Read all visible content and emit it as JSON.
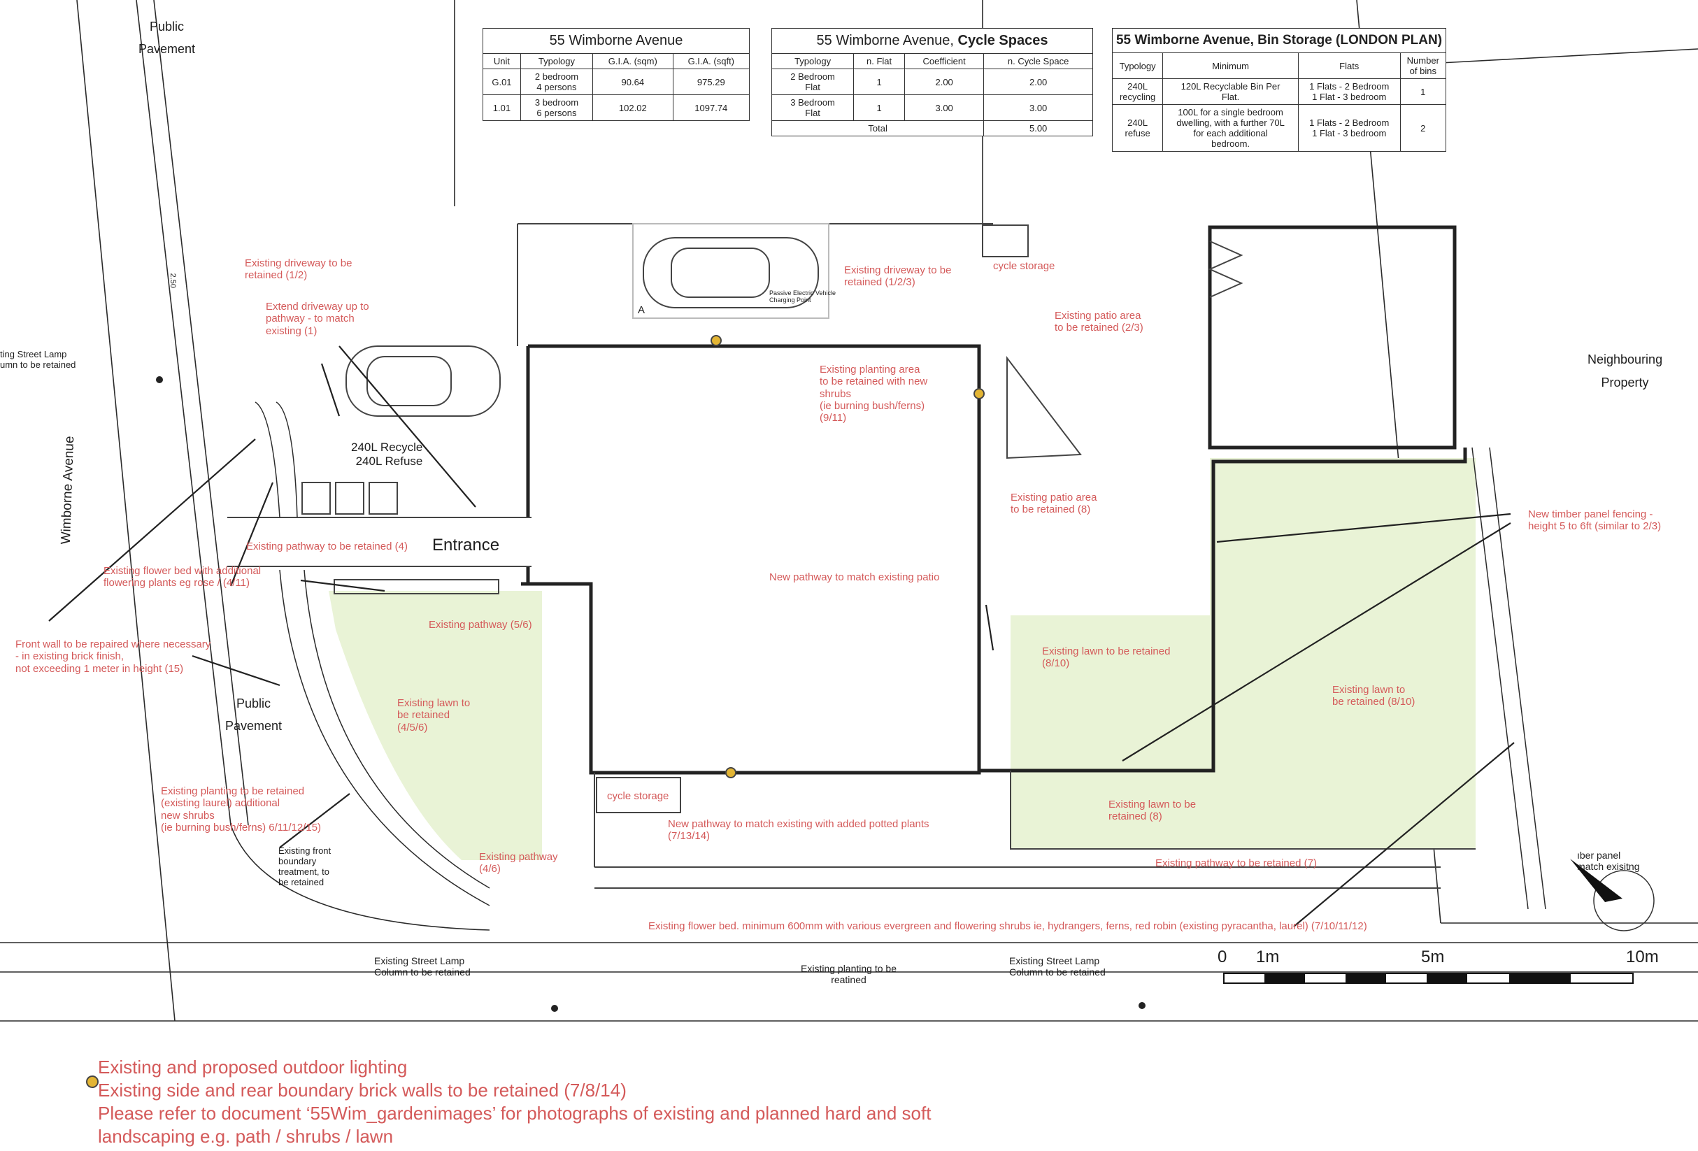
{
  "table_units": {
    "title": "55 Wimborne Avenue",
    "headers": [
      "Unit",
      "Typology",
      "G.I.A. (sqm)",
      "G.I.A. (sqft)"
    ],
    "rows": [
      [
        "G.01",
        "2 bedroom\n4 persons",
        "90.64",
        "975.29"
      ],
      [
        "1.01",
        "3 bedroom\n6 persons",
        "102.02",
        "1097.74"
      ]
    ]
  },
  "table_cycle": {
    "title_prefix": "55 Wimborne Avenue, ",
    "title_bold": "Cycle Spaces",
    "headers": [
      "Typology",
      "n. Flat",
      "Coefficient",
      "n. Cycle Space"
    ],
    "rows": [
      [
        "2 Bedroom\nFlat",
        "1",
        "2.00",
        "2.00"
      ],
      [
        "3 Bedroom\nFlat",
        "1",
        "3.00",
        "3.00"
      ]
    ],
    "total_label": "Total",
    "total_value": "5.00"
  },
  "table_bins": {
    "title": "55 Wimborne Avenue, Bin Storage (LONDON PLAN)",
    "headers": [
      "Typology",
      "Minimum",
      "Flats",
      "Number\nof bins"
    ],
    "rows": [
      [
        "240L\nrecycling",
        "120L Recyclable Bin Per\nFlat.",
        "1 Flats - 2 Bedroom\n1 Flat - 3 bedroom",
        "1"
      ],
      [
        "240L\nrefuse",
        "100L for a single bedroom\ndwelling, with a further 70L\nfor each additional\nbedroom.",
        "1 Flats - 2 Bedroom\n1 Flat - 3 bedroom",
        "2"
      ]
    ]
  },
  "labels": {
    "public_pavement_top": "Public\nPavement",
    "public_pavement_mid": "Public\nPavement",
    "wimborne_avenue": "Wimborne Avenue",
    "neighbouring": "Neighbouring\nProperty",
    "entrance": "Entrance",
    "street_lamp_left": "ting Street Lamp\numn to be retained",
    "street_lamp_bottom1": "Existing Street Lamp\nColumn to be retained",
    "street_lamp_bottom2": "Existing Street Lamp\nColumn to be retained",
    "front_boundary": "Existing front\nboundary\ntreatment, to\nbe retained",
    "bins_label": "240L Recycle\n240L Refuse",
    "cycle_storage_top": "cycle storage",
    "cycle_storage_bottom": "cycle storage",
    "existing_planting_bottom": "Existing planting to be\nreatined",
    "timber_panel": "ıber panel\nmatch exisitng",
    "scale_0": "0",
    "scale_1": "1m",
    "scale_5": "5m",
    "scale_10": "10m",
    "car_note": "Passive Electric Vehicle\nCharging Point",
    "car_letter": "A",
    "dim": "2.50"
  },
  "notes": {
    "driveway_left": "Existing driveway to be\nretained (1/2)",
    "extend_driveway": "Extend driveway up to\npathway -  to match\nexisting (1)",
    "driveway_top": "Existing driveway to be\nretained (1/2/3)",
    "patio_top": "Existing patio area\nto be retained (2/3)",
    "planting_area": "Existing planting area\n to be retained with new\nshrubs\n(ie burning bush/ferns)\n(9/11)",
    "patio_mid": "Existing patio area\nto be retained (8)",
    "fencing": "New timber panel fencing  -\nheight 5 to 6ft (similar to 2/3)",
    "pathway_4": "Existing pathway to be retained (4)",
    "flower_bed": "Existing flower bed with additional\nflowering plants eg rose / (4/11)",
    "new_pathway_patio": "New pathway to match existing patio",
    "pathway_56": "Existing pathway (5/6)",
    "front_wall": "Front wall to be repaired where necessary\n - in existing brick finish,\n not exceeding 1 meter in height (15)",
    "lawn_456": "Existing lawn to\nbe retained\n(4/5/6)",
    "lawn_810_a": "Existing lawn to be retained\n (8/10)",
    "lawn_810_b": "Existing lawn to\nbe retained (8/10)",
    "planting_laurel": "Existing planting to be retained\n(existing laurel) additional\nnew shrubs\n(ie burning bush/ferns) 6/11/12/15)",
    "lawn_8": "Existing lawn to be\nretained (8)",
    "new_pathway_pots": "New pathway to match existing with added potted plants\n(7/13/14)",
    "pathway_46": "Existing pathway\n(4/6)",
    "pathway_7": "Existing pathway to be retained (7)",
    "flower_bed_bottom": "Existing flower bed. minimum 600mm with various evergreen and flowering shrubs ie, hydrangers, ferns, red robin (existing pyracantha, laurel) (7/10/11/12)"
  },
  "legend": {
    "line1": "Existing and proposed outdoor lighting",
    "line2": "Existing side and rear boundary brick walls to be retained (7/8/14)",
    "line3": "Please refer to document ‘55Wim_gardenimages’ for photographs of existing and planned hard and soft",
    "line4": "landscaping e.g. path / shrubs / lawn"
  },
  "colors": {
    "annotation_red": "#d45a5a",
    "lawn_green": "#e9f3d6",
    "light_marker": "#e3b534"
  }
}
